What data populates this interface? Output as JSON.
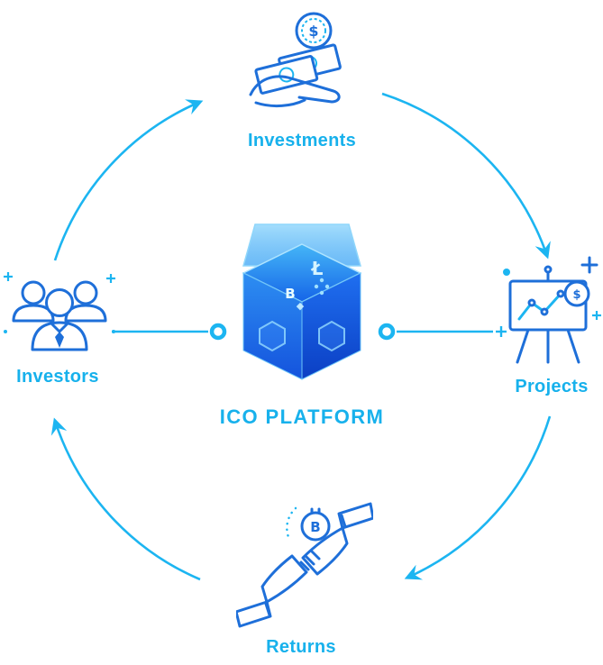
{
  "title": "ICO PLATFORM",
  "colors": {
    "cyan_accent": "#1cb5f1",
    "label_cyan": "#17b1ec",
    "icon_blue": "#1e6fd9",
    "cube_light": "#45b6f7",
    "cube_dark": "#0b3fc4",
    "background": "#ffffff"
  },
  "center": {
    "title": "ICO PLATFORM",
    "icon": "ico-cube-icon"
  },
  "nodes": [
    {
      "id": "investments",
      "label": "Investments",
      "icon": "hand-money-icon",
      "position": "top"
    },
    {
      "id": "projects",
      "label": "Projects",
      "icon": "presentation-chart-icon",
      "position": "right"
    },
    {
      "id": "returns",
      "label": "Returns",
      "icon": "handshake-bitcoin-icon",
      "position": "bottom"
    },
    {
      "id": "investors",
      "label": "Investors",
      "icon": "people-group-icon",
      "position": "left"
    }
  ],
  "flow": [
    "Investors",
    "Investments",
    "Projects",
    "Returns",
    "Investors"
  ],
  "symbols": {
    "dollar": "$",
    "litecoin": "Ł",
    "bitcoin": "B",
    "ethereum": "◆"
  }
}
